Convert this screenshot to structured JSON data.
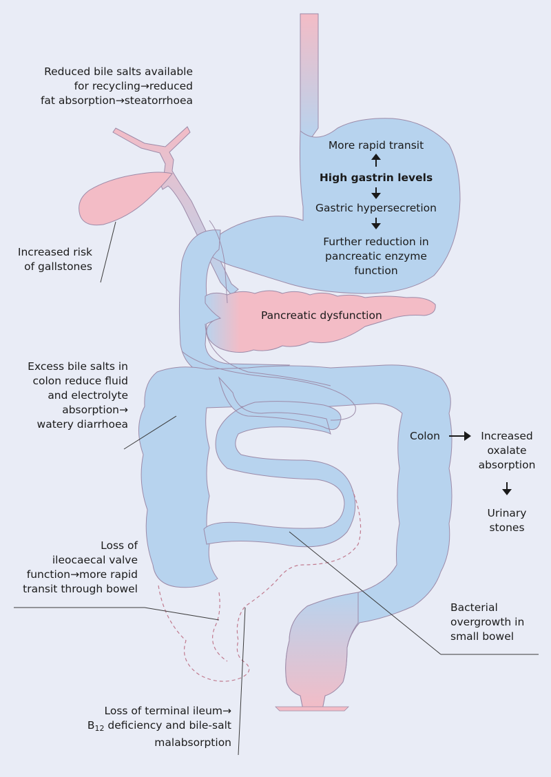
{
  "labels": {
    "bile_salts": [
      "Reduced bile salts available",
      "for recycling→reduced",
      "fat absorption→steatorrhoea"
    ],
    "gallstones": [
      "Increased risk",
      "of gallstones"
    ],
    "rapid_transit": "More rapid transit",
    "gastrin": "High gastrin levels",
    "hypersecretion": "Gastric hypersecretion",
    "enzyme_reduction": [
      "Further reduction in",
      "pancreatic enzyme",
      "function"
    ],
    "pancreatic": "Pancreatic dysfunction",
    "excess_bile": [
      "Excess bile salts in",
      "colon reduce fluid",
      "and electrolyte",
      "absorption→",
      "watery diarrhoea"
    ],
    "colon": "Colon",
    "oxalate": [
      "Increased",
      "oxalate",
      "absorption"
    ],
    "urinary": [
      "Urinary",
      "stones"
    ],
    "ileocaecal": [
      "Loss of",
      "ileocaecal valve",
      "function→more rapid",
      "transit through bowel"
    ],
    "bacterial": [
      "Bacterial",
      "overgrowth in",
      "small bowel"
    ],
    "terminal_ileum": {
      "line1": "Loss of  terminal ileum→",
      "b12_base": "B",
      "b12_sub": "12",
      "line2_rest": " deficiency and bile-salt",
      "line3": "malabsorption"
    }
  },
  "colors": {
    "background": "#e9ecf6",
    "gut_blue": "#b7d3ee",
    "gall_pink": "#f3bcc6",
    "outline": "#9c8aa8",
    "dashed": "#c07a8e",
    "leader": "#3a3a3a"
  }
}
